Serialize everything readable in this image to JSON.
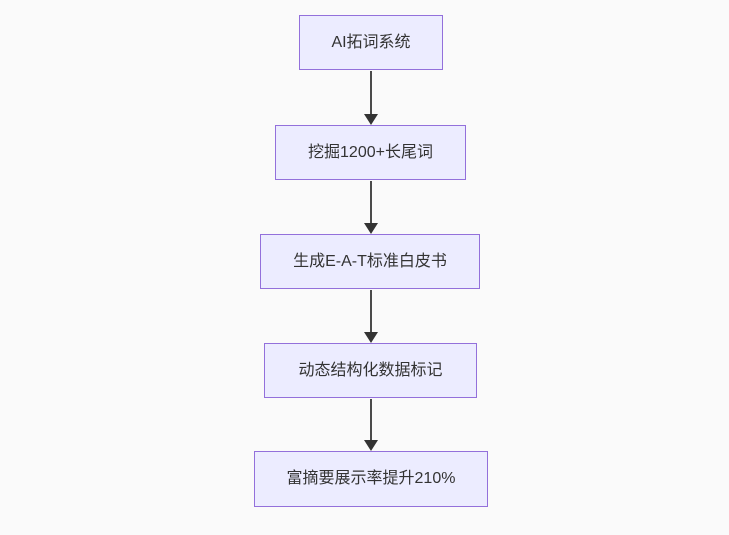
{
  "flowchart": {
    "type": "flowchart",
    "direction": "top-down",
    "colors": {
      "background": "#fafafa",
      "node_fill": "#ececff",
      "node_border": "#9370db",
      "text": "#333333",
      "arrow": "#333333"
    },
    "nodes": [
      {
        "label": "AI拓词系统"
      },
      {
        "label": "挖掘1200+长尾词"
      },
      {
        "label": "生成E-A-T标准白皮书"
      },
      {
        "label": "动态结构化数据标记"
      },
      {
        "label": "富摘要展示率提升210%"
      }
    ],
    "edges": [
      {
        "from": 0,
        "to": 1
      },
      {
        "from": 1,
        "to": 2
      },
      {
        "from": 2,
        "to": 3
      },
      {
        "from": 3,
        "to": 4
      }
    ]
  }
}
